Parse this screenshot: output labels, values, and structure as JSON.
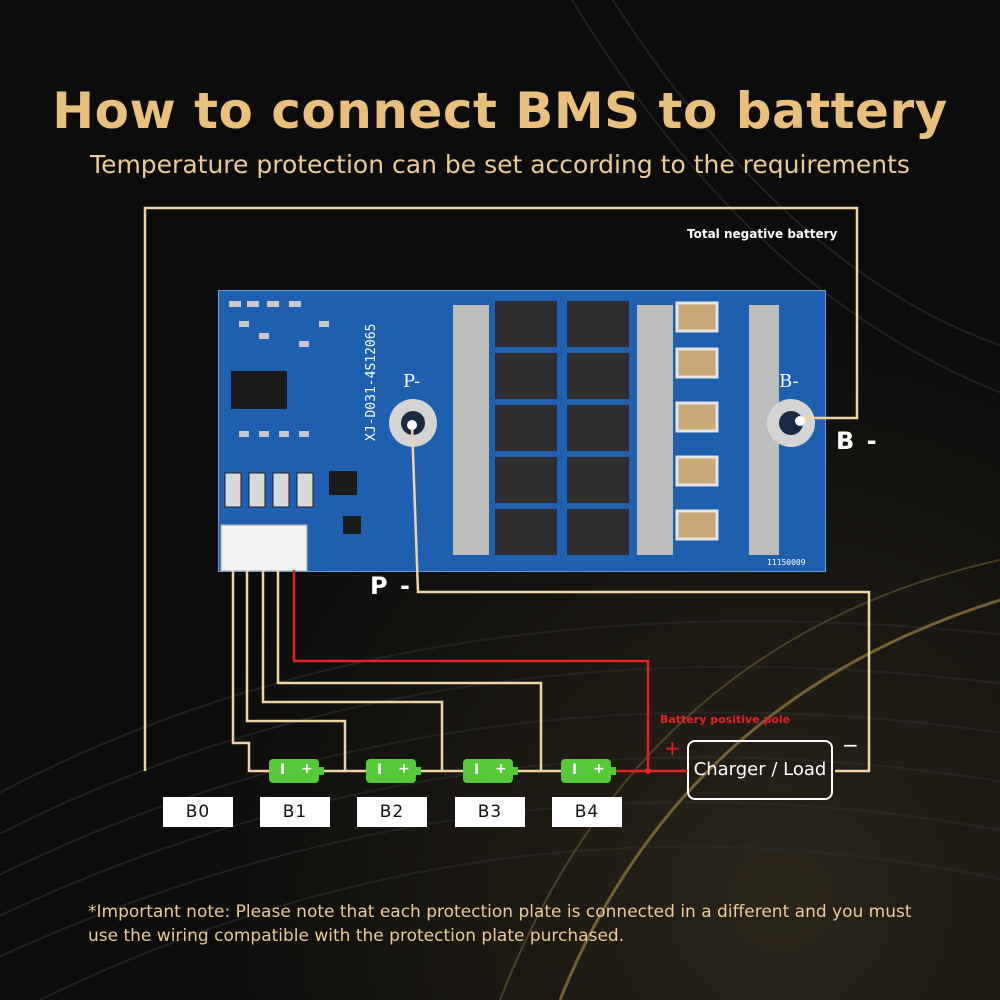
{
  "header": {
    "title": "How to connect BMS to battery",
    "subtitle": "Temperature protection can be set according to the requirements"
  },
  "board": {
    "model_text": "XJ-D031-4S12065",
    "p_minus_label": "P-",
    "b_minus_label": "B-",
    "serial": "11150009"
  },
  "labels": {
    "total_negative": "Total negative battery",
    "b_minus": "B -",
    "p_minus": "P -",
    "battery_positive": "Battery positive pole",
    "plus_sign": "+",
    "minus_sign": "−",
    "charger_load": "Charger / Load"
  },
  "cells": [
    {
      "minus": "I",
      "plus": "+"
    },
    {
      "minus": "I",
      "plus": "+"
    },
    {
      "minus": "I",
      "plus": "+"
    },
    {
      "minus": "I",
      "plus": "+"
    }
  ],
  "cell_labels": [
    "B0",
    "B1",
    "B2",
    "B3",
    "B4"
  ],
  "note": "*Important note: Please note that each protection plate is connected in a different and you must use the wiring compatible with the protection plate purchased.",
  "colors": {
    "gold": "#e9bf7c",
    "wire": "#f0d3a0",
    "positive_wire": "#e52020",
    "board": "#1f5fb0",
    "cell": "#56c83a"
  }
}
